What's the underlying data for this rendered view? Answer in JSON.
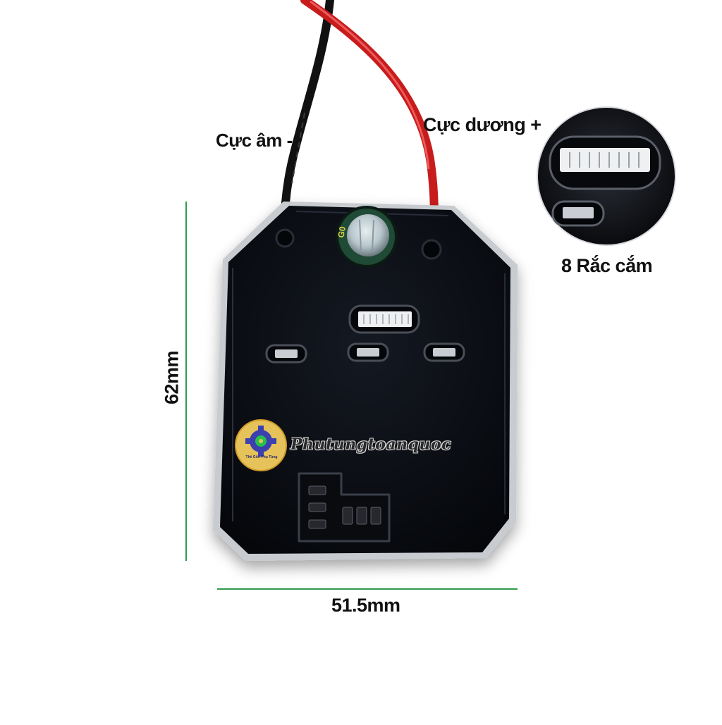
{
  "labels": {
    "negative": "Cực âm -",
    "positive": "Cực dương +",
    "connector": "8 Rắc cắm",
    "height": "62mm",
    "width": "51.5mm"
  },
  "watermark": "Phutungtoanquoc",
  "logo_caption": "Thế Giới Phụ Tùng",
  "colors": {
    "dimension_line": "#2e9b4f",
    "board": "#0b0d12",
    "wire_red": "#d21f1f",
    "wire_black": "#111111",
    "capacitor": "#1f4a35"
  }
}
